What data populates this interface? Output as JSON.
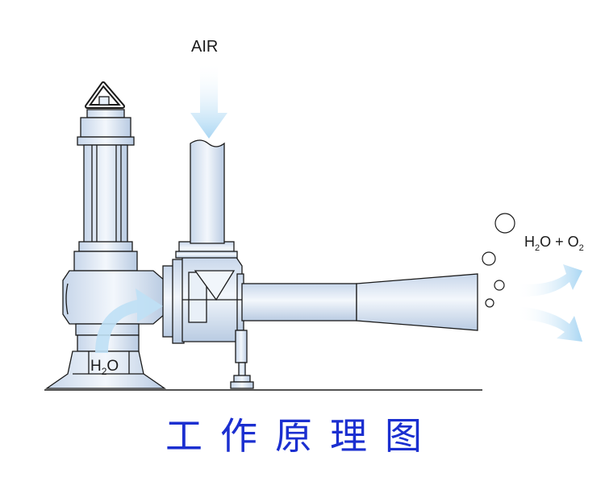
{
  "labels": {
    "air": "AIR",
    "water_inlet": {
      "main": "H",
      "sub": "2",
      "tail": "O"
    },
    "outlet": {
      "main": "H",
      "sub1": "2",
      "mid": "O + O",
      "sub2": "2"
    }
  },
  "caption": "工作原理图",
  "colors": {
    "steel": "#d7e3f2",
    "steel_light": "#eef3fa",
    "outline": "#1a1a1a",
    "flow": "#bfe0f5",
    "caption": "#1b2fd0"
  }
}
